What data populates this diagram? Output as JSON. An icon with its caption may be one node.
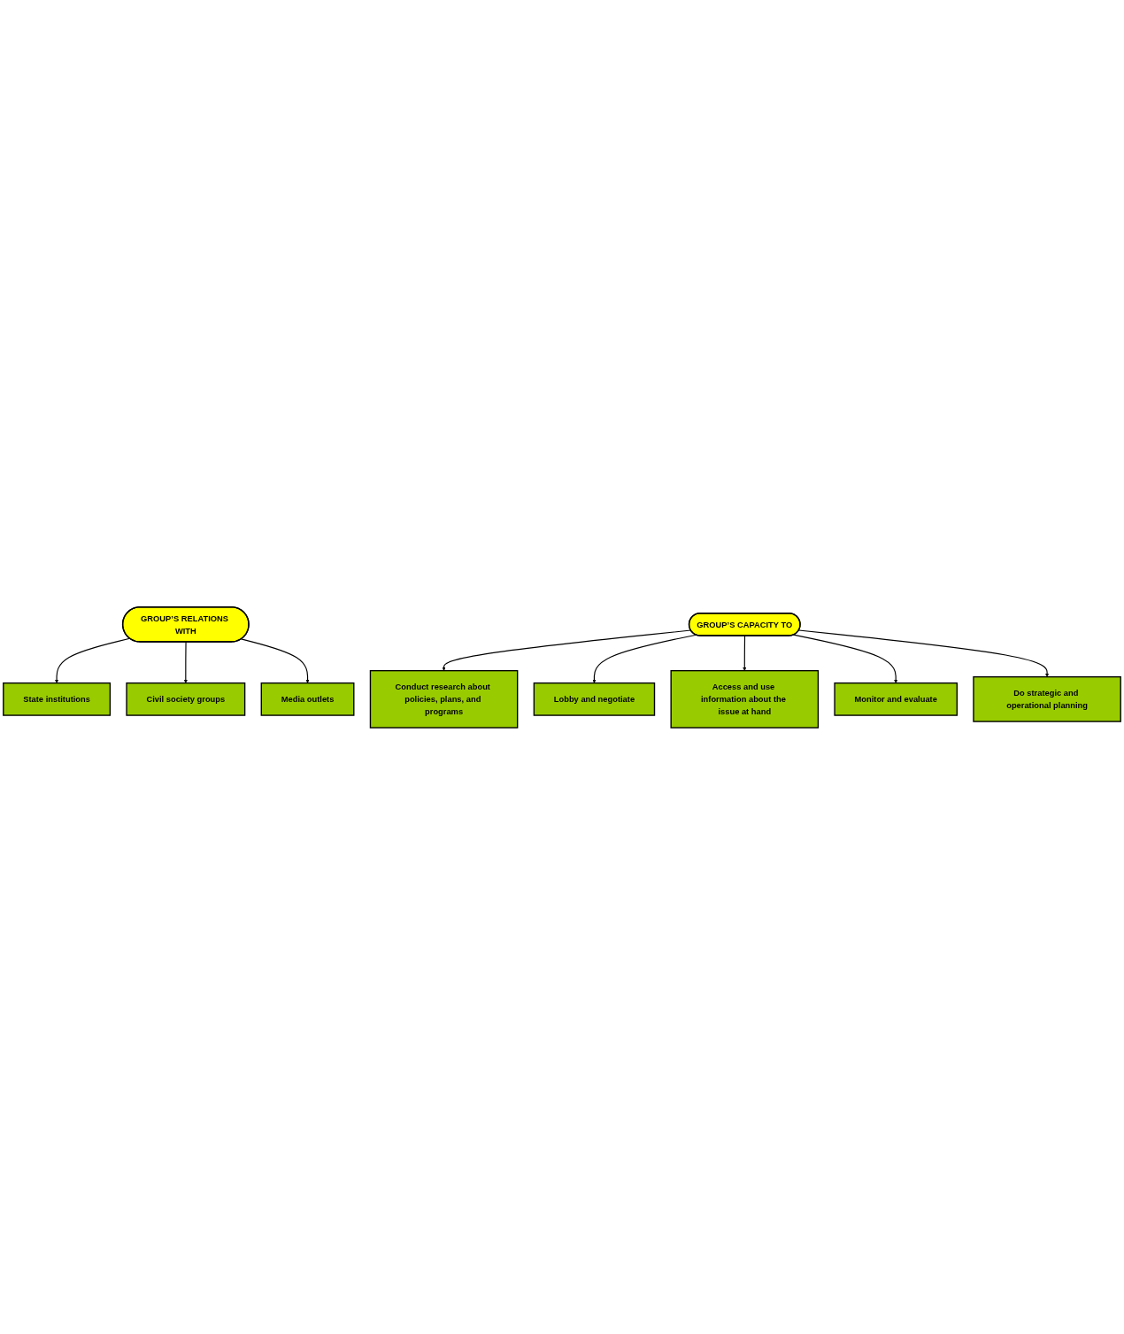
{
  "diagram": {
    "nodes": [
      {
        "text": [
          "GROUP’S RELATIONS WITH"
        ]
      },
      {
        "text": [
          "State institutions"
        ]
      },
      {
        "text": [
          "Civil society groups"
        ]
      },
      {
        "text": [
          "Media outlets"
        ]
      },
      {
        "text": [
          "Conduct research about policies, plans, and programs"
        ]
      },
      {
        "text": [
          "Lobby and negotiate"
        ]
      },
      {
        "text": [
          "GROUP’S CAPACITY TO"
        ]
      },
      {
        "text": [
          "Access and use information about the issue at hand"
        ]
      },
      {
        "text": [
          "Monitor and evaluate"
        ]
      },
      {
        "text": [
          "Do strategic and operational planning"
        ]
      }
    ],
    "edges": [
      {
        "from": 0,
        "to": 1,
        "arrow": "to"
      },
      {
        "from": 0,
        "to": 2,
        "arrow": "to"
      },
      {
        "from": 0,
        "to": 3,
        "arrow": "to"
      },
      {
        "from": 6,
        "to": 4,
        "arrow": "to"
      },
      {
        "from": 6,
        "to": 5,
        "arrow": "to"
      },
      {
        "from": 6,
        "to": 7,
        "arrow": "to"
      },
      {
        "from": 6,
        "to": 8,
        "arrow": "to"
      },
      {
        "from": 6,
        "to": 9,
        "arrow": "to"
      }
    ]
  }
}
